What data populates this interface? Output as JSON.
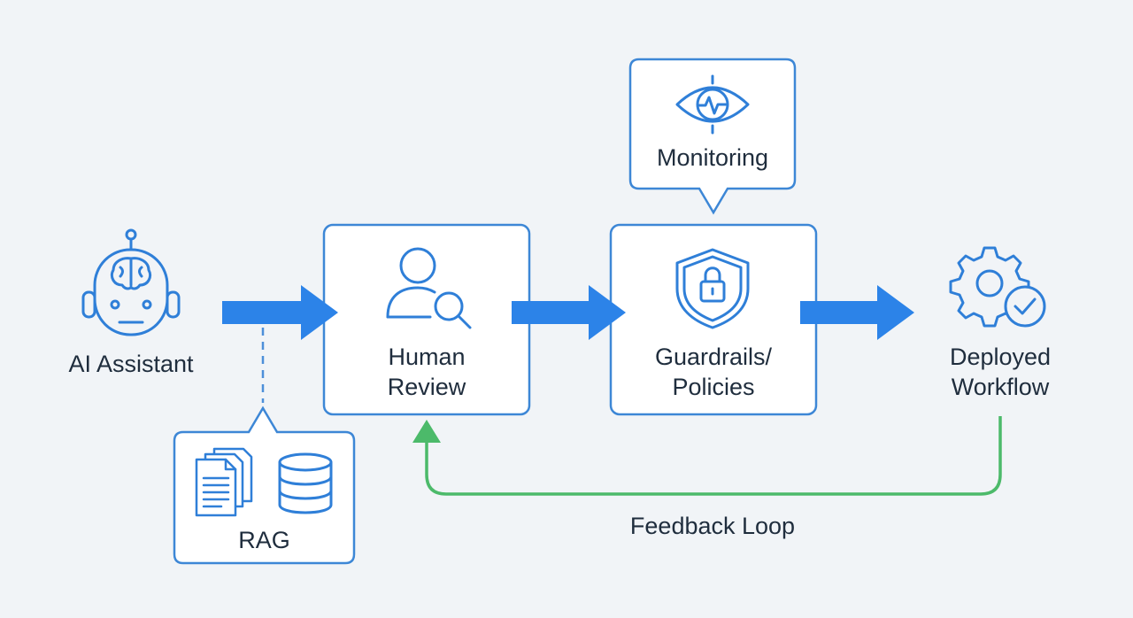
{
  "nodes": {
    "ai_assistant": {
      "label": "AI Assistant",
      "icon": "robot-brain-icon"
    },
    "human_review": {
      "label_line1": "Human",
      "label_line2": "Review",
      "icon": "person-search-icon"
    },
    "guardrails": {
      "label_line1": "Guardrails/",
      "label_line2": "Policies",
      "icon": "shield-lock-icon"
    },
    "deployed": {
      "label_line1": "Deployed",
      "label_line2": "Workflow",
      "icon": "gear-check-icon"
    }
  },
  "callouts": {
    "monitoring": {
      "label": "Monitoring",
      "icon": "eye-pulse-icon"
    },
    "rag": {
      "label": "RAG",
      "icons": [
        "documents-icon",
        "database-icon"
      ]
    }
  },
  "feedback": {
    "label": "Feedback Loop"
  },
  "colors": {
    "primary": "#2f7fd8",
    "arrow": "#2c83e8",
    "feedback": "#4cba6a",
    "box_border": "#3d87d6",
    "background": "#f1f4f7",
    "text": "#1f2d3d"
  }
}
